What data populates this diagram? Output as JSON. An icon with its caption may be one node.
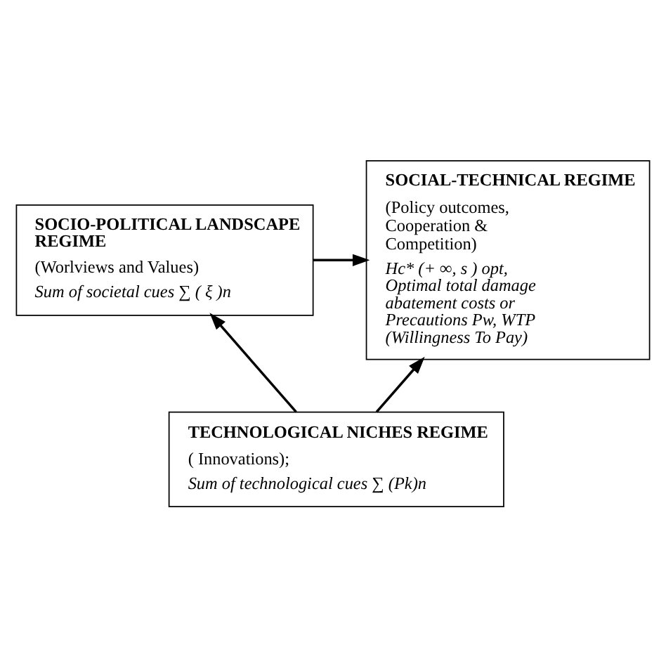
{
  "diagram": {
    "nodes": [
      {
        "text": [
          "SOCIAL-TECHNICAL REGIME",
          "(Policy outcomes, Cooperation & Competition)",
          "Hc* (+ ∞, s ) opt, Optimal total damage abatement costs or Precautions Pw, WTP (Willingness To Pay)"
        ]
      },
      {
        "text": [
          "SOCIO-POLITICAL LANDSCAPE REGIME",
          "(Worlviews and Values)",
          "Sum of societal cues ∑ ( ξ )n"
        ]
      },
      {
        "text": [
          "TECHNOLOGICAL NICHES REGIME",
          "( Innovations);",
          "Sum of technological cues ∑ (Pk)n"
        ]
      }
    ],
    "edges": [
      {
        "from": 1,
        "to": 0,
        "arrow": "to"
      },
      {
        "from": 2,
        "to": 1,
        "arrow": "to"
      },
      {
        "from": 2,
        "to": 0,
        "arrow": "to"
      }
    ]
  }
}
